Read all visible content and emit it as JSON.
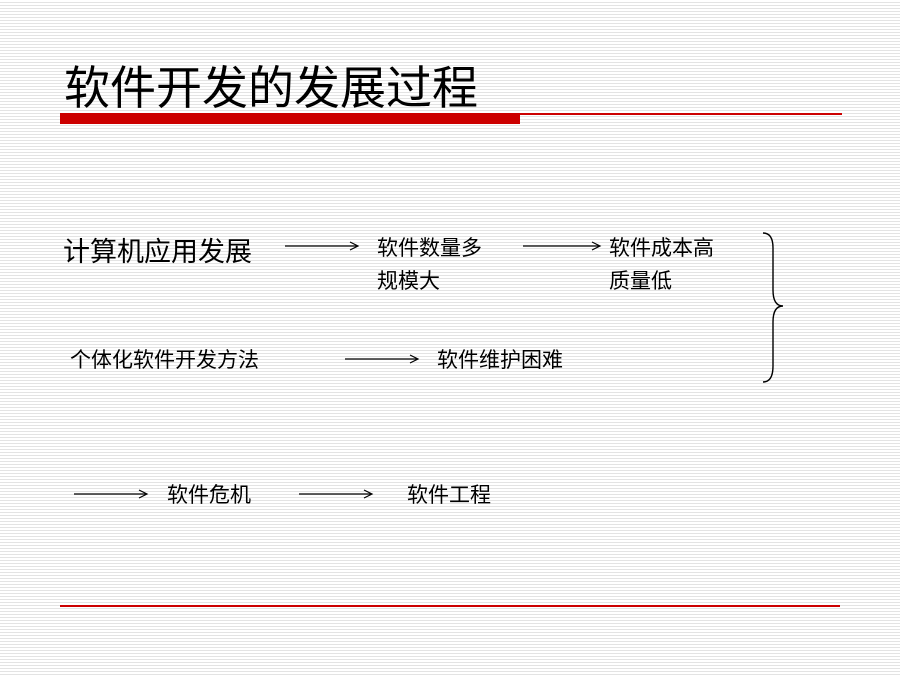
{
  "slide": {
    "title": "软件开发的发展过程",
    "accent_color": "#cc0000",
    "row1": {
      "cause": "计算机应用发展",
      "effect1_line1": "软件数量多",
      "effect1_line2": "规模大",
      "effect2_line1": "软件成本高",
      "effect2_line2": "质量低"
    },
    "row2": {
      "cause": "个体化软件开发方法",
      "effect": "软件维护困难"
    },
    "row3": {
      "crisis": "软件危机",
      "result": "软件工程"
    }
  }
}
